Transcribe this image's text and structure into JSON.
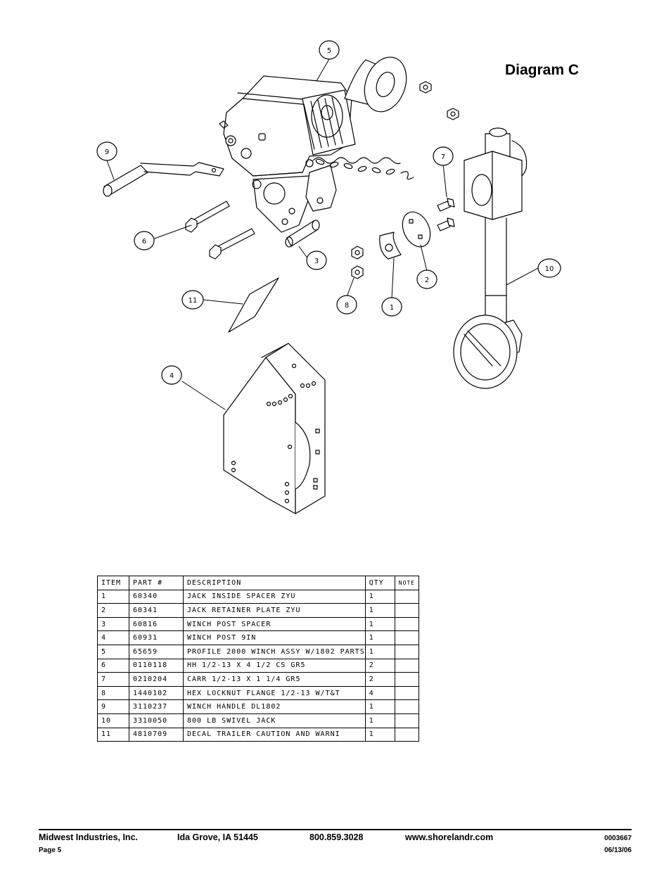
{
  "diagram": {
    "title": "Diagram C",
    "callouts": [
      "1",
      "2",
      "3",
      "4",
      "5",
      "6",
      "7",
      "8",
      "9",
      "10",
      "11"
    ]
  },
  "table": {
    "headers": [
      "ITEM",
      "PART #",
      "DESCRIPTION",
      "QTY",
      "NOTE"
    ],
    "rows": [
      [
        "1",
        "60340",
        "JACK INSIDE SPACER ZYU",
        "1",
        ""
      ],
      [
        "2",
        "60341",
        "JACK RETAINER PLATE ZYU",
        "1",
        ""
      ],
      [
        "3",
        "60816",
        "WINCH POST SPACER",
        "1",
        ""
      ],
      [
        "4",
        "60931",
        "WINCH POST 9IN",
        "1",
        ""
      ],
      [
        "5",
        "65659",
        "PROFILE 2000 WINCH ASSY W/1802 PARTS",
        "1",
        ""
      ],
      [
        "6",
        "0110118",
        "HH 1/2-13 X 4 1/2 CS GR5",
        "2",
        ""
      ],
      [
        "7",
        "0210204",
        "CARR 1/2-13 X 1 1/4 GR5",
        "2",
        ""
      ],
      [
        "8",
        "1440102",
        "HEX LOCKNUT FLANGE 1/2-13 W/T&T",
        "4",
        ""
      ],
      [
        "9",
        "3110237",
        "WINCH HANDLE  DL1802",
        "1",
        ""
      ],
      [
        "10",
        "3310050",
        "800 LB SWIVEL JACK",
        "1",
        ""
      ],
      [
        "11",
        "4810709",
        "DECAL TRAILER CAUTION AND WARNI",
        "1",
        ""
      ]
    ]
  },
  "footer": {
    "company": "Midwest Industries, Inc.",
    "city": "Ida Grove, IA  51445",
    "phone": "800.859.3028",
    "website": "www.shorelandr.com",
    "doc_number": "0003667",
    "page": "Page 5",
    "date": "06/13/06"
  }
}
